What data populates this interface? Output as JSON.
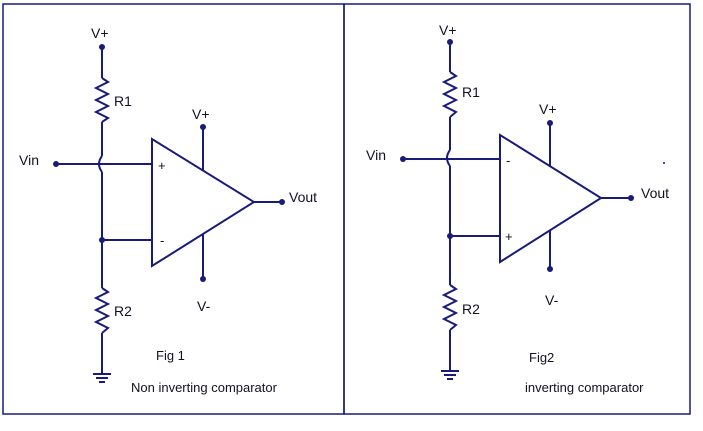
{
  "fig1": {
    "caption": "Fig 1",
    "subtitle": "Non inverting comparator",
    "supply_top": "V+",
    "r1": "R1",
    "r2": "R2",
    "opamp_vplus": "V+",
    "opamp_vminus": "V-",
    "input": "Vin",
    "output": "Vout",
    "pin_top": "+",
    "pin_bottom": "-"
  },
  "fig2": {
    "caption": "Fig2",
    "subtitle": "inverting comparator",
    "supply_top": "V+",
    "r1": "R1",
    "r2": "R2",
    "opamp_vplus": "V+",
    "opamp_vminus": "V-",
    "input": "Vin",
    "output": "Vout",
    "pin_top": "-",
    "pin_bottom": "+"
  },
  "colors": {
    "wire": "#1a1a7a",
    "text": "#111122"
  }
}
